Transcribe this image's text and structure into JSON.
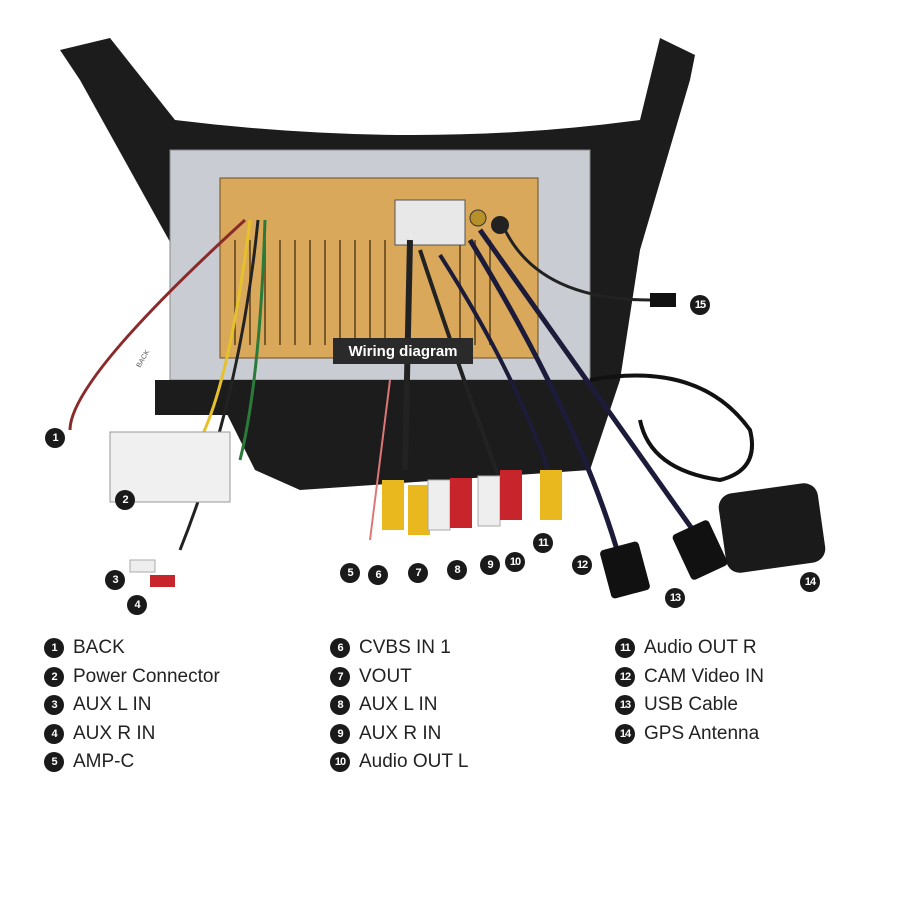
{
  "diagram": {
    "title_label": "Wiring diagram",
    "connector_tag": "BACK",
    "markers": [
      "1",
      "2",
      "3",
      "4",
      "5",
      "6",
      "7",
      "8",
      "9",
      "10",
      "11",
      "12",
      "13",
      "14",
      "15"
    ]
  },
  "legend": [
    {
      "num": "1",
      "label": "BACK"
    },
    {
      "num": "2",
      "label": "Power Connector"
    },
    {
      "num": "3",
      "label": "AUX L IN"
    },
    {
      "num": "4",
      "label": "AUX R IN"
    },
    {
      "num": "5",
      "label": "AMP-C"
    },
    {
      "num": "6",
      "label": "CVBS IN 1"
    },
    {
      "num": "7",
      "label": "VOUT"
    },
    {
      "num": "8",
      "label": "AUX L IN"
    },
    {
      "num": "9",
      "label": "AUX R IN"
    },
    {
      "num": "10",
      "label": "Audio OUT L"
    },
    {
      "num": "11",
      "label": "Audio OUT R"
    },
    {
      "num": "12",
      "label": "CAM Video IN"
    },
    {
      "num": "13",
      "label": "USB Cable"
    },
    {
      "num": "14",
      "label": "GPS Antenna"
    }
  ],
  "colors": {
    "panel_gold": "#d9a85a",
    "frame": "#1c1c1c",
    "rca_yellow": "#e8b81e",
    "rca_red": "#c8242c",
    "rca_white": "#eeeeee"
  }
}
